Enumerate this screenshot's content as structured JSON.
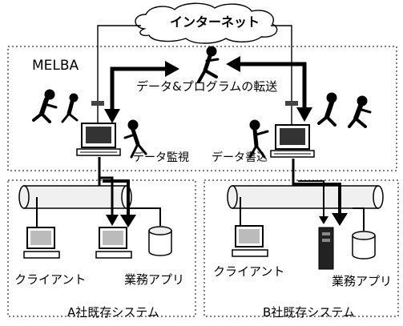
{
  "diagram": {
    "internet_label": "インターネット",
    "melba_label": "MELBA",
    "transfer_label": "データ&プログラムの転送",
    "monitor_label": "データ監視",
    "write_label": "データ書込",
    "system_a": {
      "client_label": "クライアント",
      "app_label": "業務アプリ",
      "system_label": "A社既存システム"
    },
    "system_b": {
      "client_label": "クライアント",
      "app_label": "業務アプリ",
      "system_label": "B社既存システム"
    }
  }
}
